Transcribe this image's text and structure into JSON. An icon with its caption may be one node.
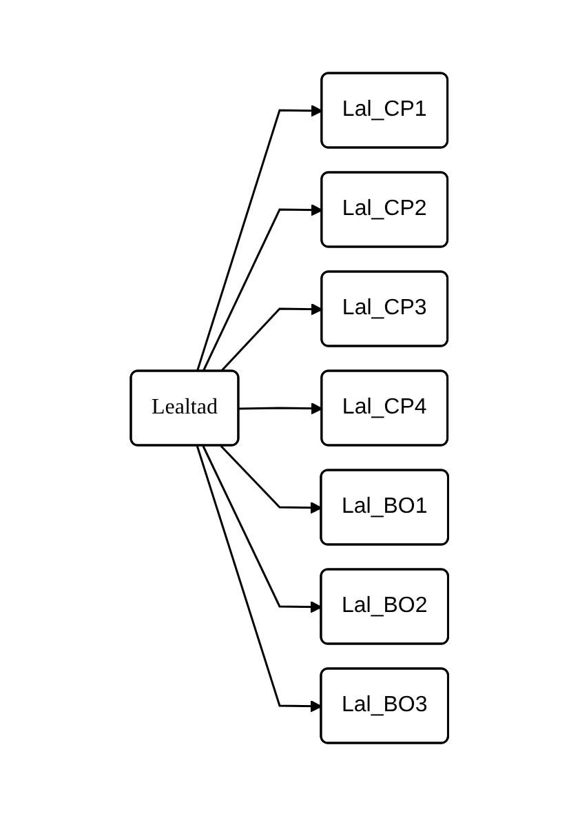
{
  "diagram": {
    "nodes": [
      {
        "text": [
          "Lealtad"
        ]
      },
      {
        "text": [
          "Lal_CP1"
        ]
      },
      {
        "text": [
          "Lal_CP2"
        ]
      },
      {
        "text": [
          "Lal_CP3"
        ]
      },
      {
        "text": [
          "Lal_CP4"
        ]
      },
      {
        "text": [
          "Lal_BO1"
        ]
      },
      {
        "text": [
          "Lal_BO2"
        ]
      },
      {
        "text": [
          "Lal_BO3"
        ]
      }
    ],
    "edges": [
      {
        "from": 0,
        "to": 1,
        "arrow": "to"
      },
      {
        "from": 0,
        "to": 2,
        "arrow": "to"
      },
      {
        "from": 0,
        "to": 3,
        "arrow": "to"
      },
      {
        "from": 0,
        "to": 4,
        "arrow": "to"
      },
      {
        "from": 0,
        "to": 5,
        "arrow": "to"
      },
      {
        "from": 0,
        "to": 6,
        "arrow": "to"
      },
      {
        "from": 0,
        "to": 7,
        "arrow": "to"
      }
    ]
  }
}
